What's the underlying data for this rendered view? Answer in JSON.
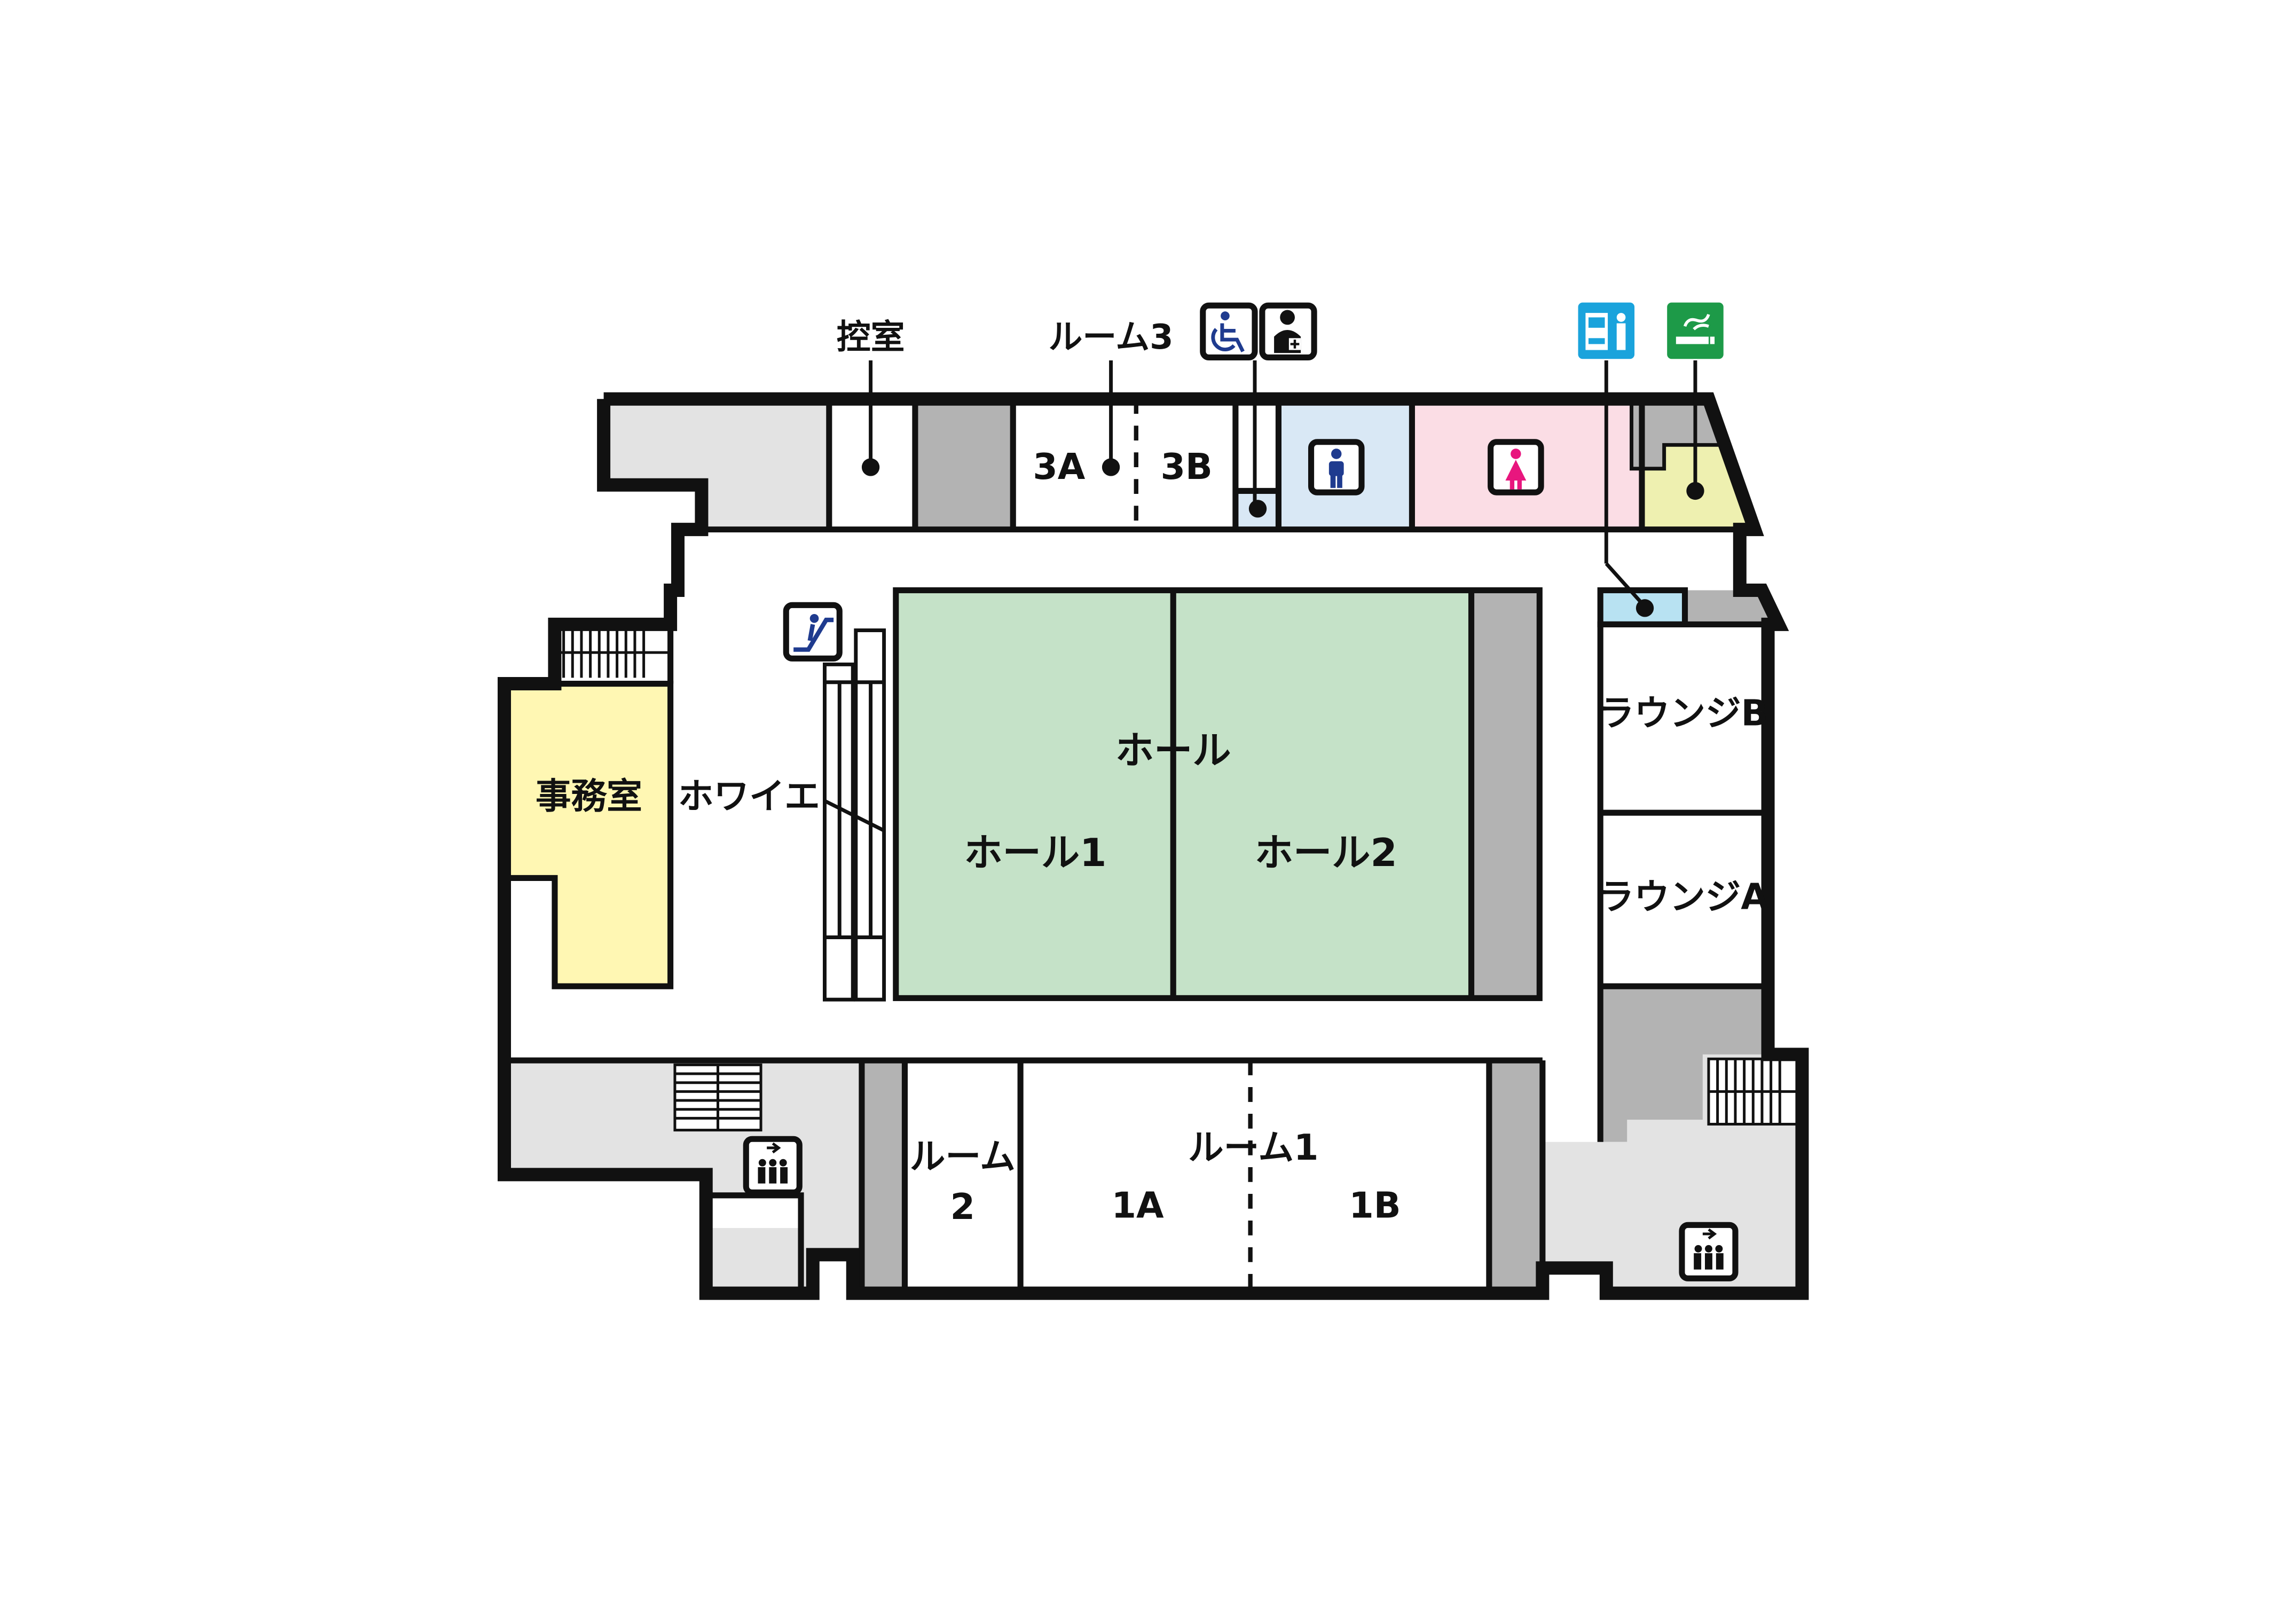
{
  "colors": {
    "grey_area": "#e3e3e3",
    "dark_service": "#b3b3b3",
    "hall_green": "#c5e2c8",
    "office_yellow": "#fff7b3",
    "men_blue": "#d9e8f5",
    "women_pink": "#fbdde5",
    "smoking_yellow": "#eef0b0",
    "vending_blue": "#b8e2f2",
    "icon_navy": "#1f3b8f",
    "icon_pink": "#e8167e",
    "icon_cyan": "#1aa3dc",
    "icon_green": "#1d9a48"
  },
  "labels": {
    "hikaeshitsu": "控室",
    "room3": "ルーム3",
    "room3a": "3A",
    "room3b": "3B",
    "office": "事務室",
    "foyer": "ホワイエ",
    "hall": "ホール",
    "hall1": "ホール1",
    "hall2": "ホール2",
    "lounge_b": "ラウンジB",
    "lounge_a": "ラウンジA",
    "room1": "ルーム1",
    "room1a": "1A",
    "room1b": "1B",
    "room2_line1": "ルーム",
    "room2_line2": "2"
  },
  "icons": {
    "wheelchair": "wheelchair-icon",
    "nursing": "nursing-room-icon",
    "vending": "vending-machine-icon",
    "smoking": "smoking-area-icon",
    "escalator": "escalator-icon",
    "elevator": "elevator-icon",
    "men_toilet": "men-toilet-icon",
    "women_toilet": "women-toilet-icon"
  }
}
